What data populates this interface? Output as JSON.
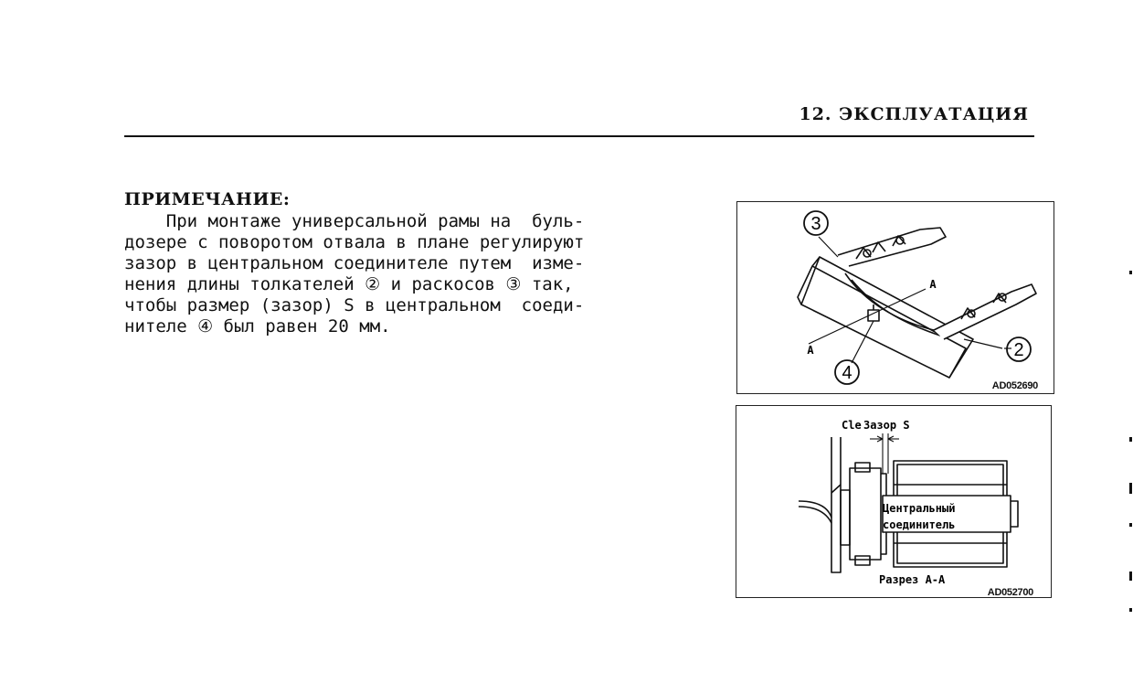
{
  "header": {
    "title": "12. ЭКСПЛУАТАЦИЯ"
  },
  "note": {
    "heading": "ПРИМЕЧАНИЕ:",
    "lines": [
      "    При монтаже универсальной рамы на  буль-",
      "дозере с поворотом отвала в плане регулируют",
      "зазор в центральном соединителе путем  изме-",
      "нения длины толкателей ② и раскосов ③ так,",
      "чтобы размер (зазор) S в центральном  соеди-",
      "нителе ④ был равен 20 мм."
    ]
  },
  "figure_top": {
    "code": "AD052690",
    "callouts": {
      "c3": "3",
      "c4": "4",
      "c2": "2"
    },
    "labels": {
      "a1": "A",
      "a2": "A"
    }
  },
  "figure_bottom": {
    "code": "AD052700",
    "gap_label_prefix": "Cle",
    "gap_label": "Зазор S",
    "connector_label_1": "Центральный",
    "connector_label_2": "соединитель",
    "section_label": "Разрез А-А"
  }
}
